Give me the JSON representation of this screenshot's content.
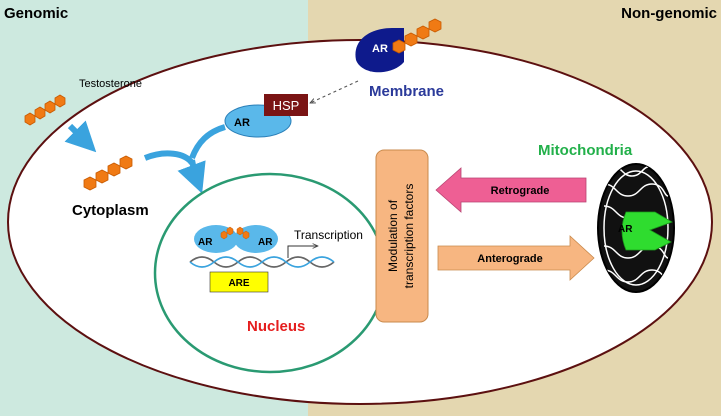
{
  "regions": {
    "left_label": "Genomic",
    "right_label": "Non-genomic"
  },
  "cell": {
    "membrane_label": "Membrane",
    "cytoplasm_label": "Cytoplasm",
    "nucleus_label": "Nucleus",
    "mitochondria_label": "Mitochondria"
  },
  "ligand": {
    "testosterone_label": "Testosterone"
  },
  "receptors": {
    "ar_label": "AR",
    "hsp_label": "HSP"
  },
  "nucleus_content": {
    "are_label": "ARE",
    "transcription_label": "Transcription"
  },
  "modulation": {
    "line1": "Modulation of",
    "line2": "transcription factors"
  },
  "signals": {
    "retrograde_label": "Retrograde",
    "anterograde_label": "Anterograde"
  },
  "colors": {
    "genomic_bg": "#cde9df",
    "nongenomic_bg": "#e4d7b0",
    "cell_fill": "#ffffff",
    "cell_border": "#5c1010",
    "nucleus_border": "#2a9a72",
    "ar_blue": "#5ab8ea",
    "ar_navy": "#0e1a8c",
    "hsp": "#7a1414",
    "testosterone": "#f07a14",
    "membrane_text": "#2b3a9a",
    "nucleus_text": "#e51e1e",
    "mito_text": "#22b04a",
    "mito_ar": "#2fdc2f",
    "modulation_box": "#f7b681",
    "retrograde": "#ee5f94",
    "anterograde": "#f7b681",
    "are_box": "#ffff00"
  }
}
